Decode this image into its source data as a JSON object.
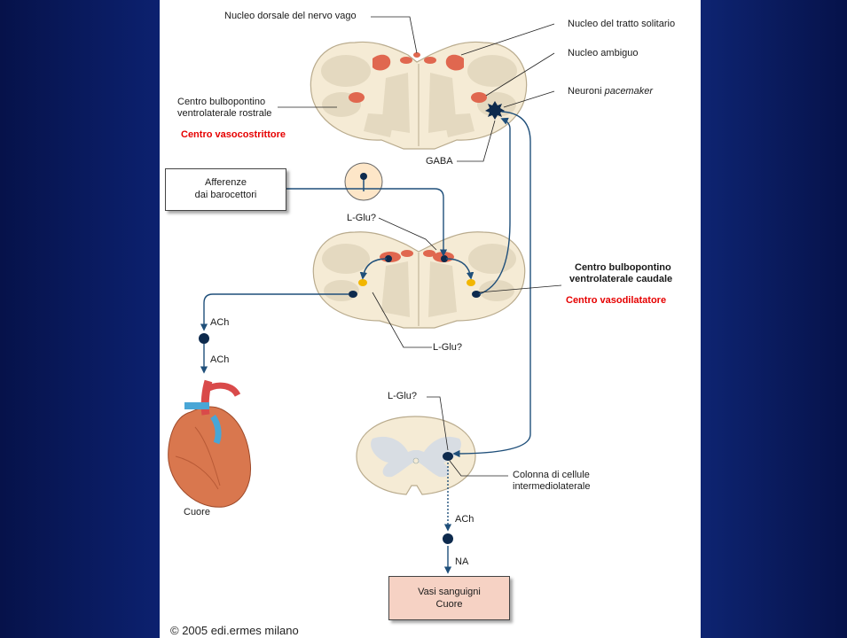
{
  "labels": {
    "nucleo_dorsale": "Nucleo dorsale del nervo vago",
    "nucleo_tratto": "Nucleo del tratto solitario",
    "nucleo_ambiguo": "Nucleo ambiguo",
    "neuroni_prefix": "Neuroni ",
    "neuroni_italic": "pacemaker",
    "centro_rostrale_1": "Centro bulbopontino",
    "centro_rostrale_2": "ventrolaterale rostrale",
    "vasocostrittore": "Centro vasocostrittore",
    "gaba": "GABA",
    "afferenze_1": "Afferenze",
    "afferenze_2": "dai barocettori",
    "lglu_1": "L-Glu?",
    "lglu_2": "L-Glu?",
    "lglu_3": "L-Glu?",
    "centro_caudale_1": "Centro bulbopontino",
    "centro_caudale_2": "ventrolaterale caudale",
    "vasodilatatore": "Centro vasodilatatore",
    "ach_1": "ACh",
    "ach_2": "ACh",
    "ach_3": "ACh",
    "na": "NA",
    "colonna_1": "Colonna di cellule",
    "colonna_2": "intermediolaterale",
    "cuore": "Cuore",
    "vasi_1": "Vasi sanguigni",
    "vasi_2": "Cuore",
    "copyright": "© 2005 edi.ermes milano"
  },
  "colors": {
    "tissue": "#f5ebd5",
    "tissue_inner": "#e4d9c0",
    "nucleus": "#e0674f",
    "axon": "#1f4f7a",
    "neuron": "#0d2a4d",
    "yellow": "#f2b600",
    "box_fill": "#f6d2c4",
    "afferent_fill": "#fde6c8",
    "heart": "#d9774e",
    "vessel_blue": "#49a6d6",
    "vessel_red": "#d94a4a"
  }
}
